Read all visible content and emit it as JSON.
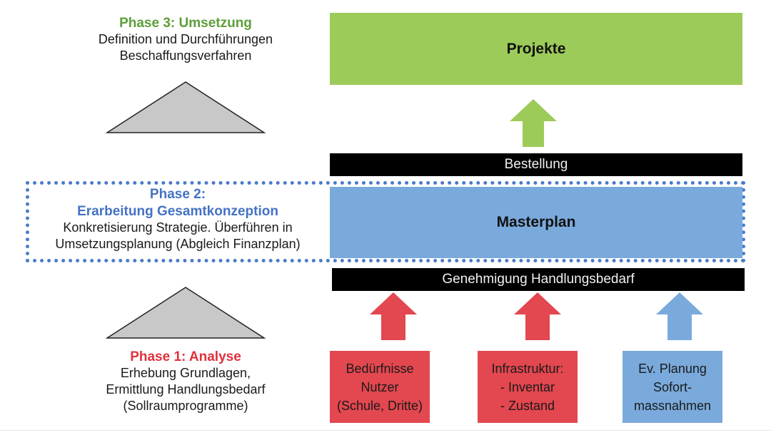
{
  "phase3": {
    "title": "Phase 3: Umsetzung",
    "lines": [
      "Definition und Durchführungen",
      "Beschaffungsverfahren"
    ]
  },
  "phase2": {
    "title_lines": [
      "Phase 2:",
      "Erarbeitung Gesamtkonzeption"
    ],
    "lines": [
      "Konkretisierung Strategie. Überführen in",
      "Umsetzungsplanung (Abgleich Finanzplan)"
    ]
  },
  "phase1": {
    "title": "Phase 1: Analyse",
    "lines": [
      "Erhebung Grundlagen,",
      "Ermittlung Handlungsbedarf",
      "(Sollraumprogramme)"
    ]
  },
  "blocks": {
    "projekte": "Projekte",
    "bestellung": "Bestellung",
    "masterplan": "Masterplan",
    "genehmigung": "Genehmigung Handlungsbedarf"
  },
  "sources": [
    {
      "lines": [
        "Bedürfnisse",
        "Nutzer",
        "(Schule, Dritte)"
      ],
      "color": "#e3474f"
    },
    {
      "lines": [
        "Infrastruktur:",
        "- Inventar",
        "- Zustand"
      ],
      "color": "#e3474f"
    },
    {
      "lines": [
        "Ev. Planung",
        "Sofort-",
        "massnahmen"
      ],
      "color": "#7aaadc"
    }
  ],
  "colors": {
    "green": "#9dcb5a",
    "blue": "#7aaadc",
    "red": "#e3474f",
    "triangle": "#c8c8c8",
    "dotted_border": "#4a7cc8"
  }
}
